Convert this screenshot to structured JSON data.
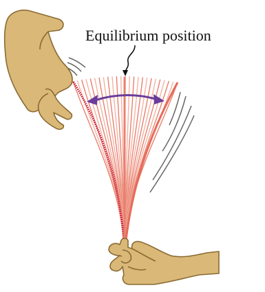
{
  "diagram": {
    "label": "Equilibrium position",
    "colors": {
      "ruler_edge": "#c8102e",
      "ruler_fan": "#e8806e",
      "ruler_fan_light": "#f4b2a4",
      "arrow": "#6a3d9a",
      "hand_fill": "#d9b878",
      "hand_stroke": "#8a6a32",
      "motion_lines": "#666666",
      "pointer": "#111111"
    },
    "icons": [
      "top-hand",
      "bottom-hand",
      "double-headed-arrow",
      "motion-lines"
    ]
  }
}
